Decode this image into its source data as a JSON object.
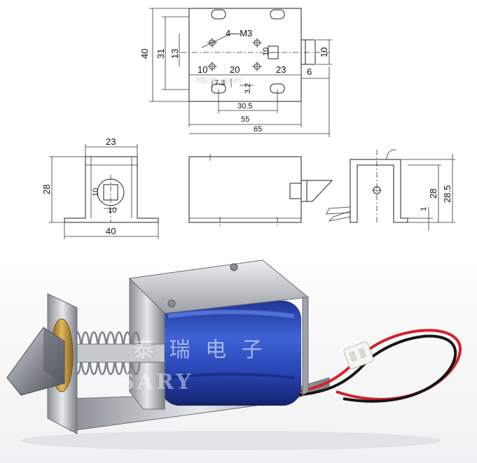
{
  "top_view": {
    "height_40": "40",
    "height_31": "31",
    "height_13": "13",
    "screw_label": "4—M3",
    "plunger_10": "10",
    "small_10": "10",
    "bottom_10": "10",
    "span_20": "20",
    "span_23": "23",
    "offset_7_3": "7.3",
    "offset_3_2": "3.2",
    "slot_30_5": "30.5",
    "body_55": "55",
    "overall_65": "65",
    "plunger_6": "6",
    "watermark": "http://...op.vn/"
  },
  "front_view": {
    "width_23": "23",
    "height_28": "28",
    "base_40": "40",
    "hole_10_v": "10",
    "hole_10_h": "10"
  },
  "side_view": {
    "height_28": "28",
    "height_28_5": "28.5",
    "base_1": "1"
  },
  "photo": {
    "watermark_cn": "泰 瑞 电 子",
    "watermark_brand": "SARY"
  },
  "colors": {
    "coil_blue": "#2b48b8",
    "frame_steel": "#c9cbd0",
    "wire_red": "#d4202a",
    "wire_black": "#151515",
    "brass": "#c89a3a"
  }
}
